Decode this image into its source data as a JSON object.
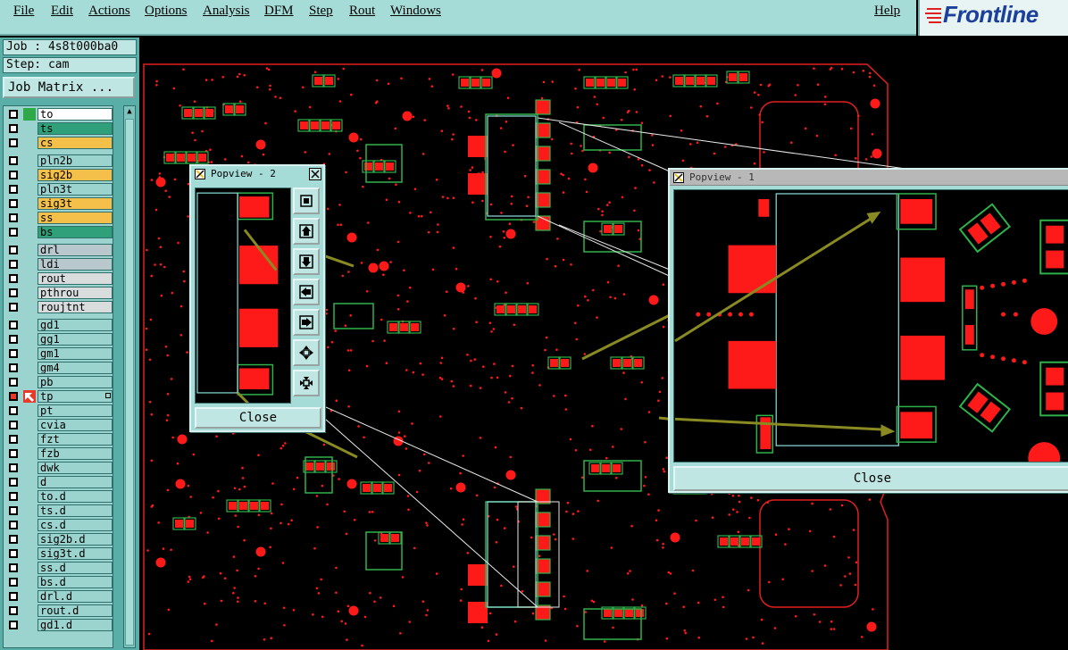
{
  "menubar": {
    "items": [
      {
        "label": "File"
      },
      {
        "label": "Edit"
      },
      {
        "label": "Actions"
      },
      {
        "label": "Options"
      },
      {
        "label": "Analysis"
      },
      {
        "label": "DFM"
      },
      {
        "label": "Step"
      },
      {
        "label": "Rout"
      },
      {
        "label": "Windows"
      },
      {
        "label": "Help"
      }
    ],
    "logo": "Frontline"
  },
  "job": {
    "job_label": "Job : 4s8t000ba0",
    "step_label": "Step: cam",
    "matrix_button": "Job Matrix ..."
  },
  "layers": [
    {
      "name": "to",
      "color": "#ffffff",
      "tag": "#2fa84a"
    },
    {
      "name": "ts",
      "color": "#2fa07a",
      "tag": ""
    },
    {
      "name": "cs",
      "color": "#f4c04a",
      "tag": ""
    },
    {
      "name": "pln2b",
      "color": "#9bd3cf",
      "tag": ""
    },
    {
      "name": "sig2b",
      "color": "#f4c04a",
      "tag": ""
    },
    {
      "name": "pln3t",
      "color": "#9bd3cf",
      "tag": ""
    },
    {
      "name": "sig3t",
      "color": "#f4c04a",
      "tag": ""
    },
    {
      "name": "ss",
      "color": "#f4c04a",
      "tag": ""
    },
    {
      "name": "bs",
      "color": "#2fa07a",
      "tag": ""
    },
    {
      "name": "drl",
      "color": "#b8c8cc",
      "tag": ""
    },
    {
      "name": "ldi",
      "color": "#b8c8cc",
      "tag": ""
    },
    {
      "name": "rout",
      "color": "#d8dcdc",
      "tag": ""
    },
    {
      "name": "pthrou",
      "color": "#d8dcdc",
      "tag": ""
    },
    {
      "name": "roujtnt",
      "color": "#d8dcdc",
      "tag": ""
    },
    {
      "name": "gd1",
      "color": "#9bd3cf",
      "tag": ""
    },
    {
      "name": "gg1",
      "color": "#9bd3cf",
      "tag": ""
    },
    {
      "name": "gm1",
      "color": "#9bd3cf",
      "tag": ""
    },
    {
      "name": "gm4",
      "color": "#9bd3cf",
      "tag": ""
    },
    {
      "name": "pb",
      "color": "#9bd3cf",
      "tag": ""
    },
    {
      "name": "tp",
      "color": "#9bd3cf",
      "tag": "#e8382c",
      "active": true
    },
    {
      "name": "pt",
      "color": "#9bd3cf",
      "tag": ""
    },
    {
      "name": "cvia",
      "color": "#9bd3cf",
      "tag": ""
    },
    {
      "name": "fzt",
      "color": "#9bd3cf",
      "tag": ""
    },
    {
      "name": "fzb",
      "color": "#9bd3cf",
      "tag": ""
    },
    {
      "name": "dwk",
      "color": "#9bd3cf",
      "tag": ""
    },
    {
      "name": "d",
      "color": "#9bd3cf",
      "tag": ""
    },
    {
      "name": "to.d",
      "color": "#9bd3cf",
      "tag": ""
    },
    {
      "name": "ts.d",
      "color": "#9bd3cf",
      "tag": ""
    },
    {
      "name": "cs.d",
      "color": "#9bd3cf",
      "tag": ""
    },
    {
      "name": "sig2b.d",
      "color": "#9bd3cf",
      "tag": ""
    },
    {
      "name": "sig3t.d",
      "color": "#9bd3cf",
      "tag": ""
    },
    {
      "name": "ss.d",
      "color": "#9bd3cf",
      "tag": ""
    },
    {
      "name": "bs.d",
      "color": "#9bd3cf",
      "tag": ""
    },
    {
      "name": "drl.d",
      "color": "#9bd3cf",
      "tag": ""
    },
    {
      "name": "rout.d",
      "color": "#9bd3cf",
      "tag": ""
    },
    {
      "name": "gd1.d",
      "color": "#9bd3cf",
      "tag": ""
    }
  ],
  "popview2": {
    "title": "Popview - 2",
    "close": "Close",
    "tools": [
      "zoom-fit-icon",
      "pan-up-icon",
      "pan-down-icon",
      "pan-left-icon",
      "pan-right-icon",
      "zoom-in-icon",
      "zoom-out-icon"
    ]
  },
  "popview1": {
    "title": "Popview - 1",
    "close": "Close"
  },
  "colors": {
    "pad": "#ff1a1a",
    "outline": "#2fb24a",
    "board_edge": "#e02020",
    "frame": "#8fe0e0",
    "arrow": "#8a8a22"
  }
}
